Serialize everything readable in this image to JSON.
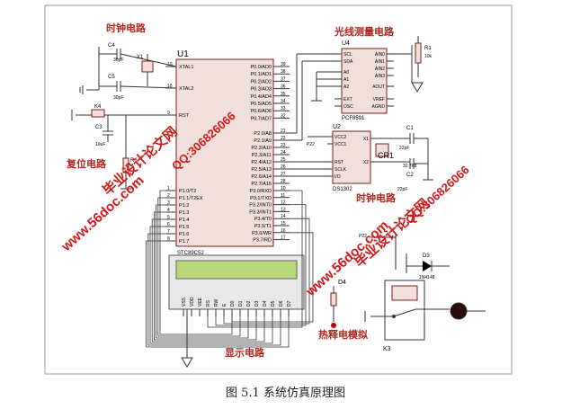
{
  "caption": "图 5.1  系统仿真原理图",
  "section_labels": {
    "clock1": "时钟电路",
    "light": "光线测量电路",
    "reset": "复位电路",
    "clock2": "时钟电路",
    "display": "显示电路",
    "heat": "热释电模拟"
  },
  "chips": {
    "u1": {
      "ref": "U1",
      "part": "STC89C52",
      "left_pins": [
        {
          "num": "19",
          "name": "XTAL1"
        },
        {
          "num": "18",
          "name": "XTAL2"
        },
        {
          "num": "9",
          "name": "RST"
        },
        {
          "num": "1",
          "name": "P1.0/T2"
        },
        {
          "num": "2",
          "name": "P1.1/T2EX"
        },
        {
          "num": "3",
          "name": "P1.2"
        },
        {
          "num": "4",
          "name": "P1.3"
        },
        {
          "num": "5",
          "name": "P1.4"
        },
        {
          "num": "6",
          "name": "P1.5"
        },
        {
          "num": "7",
          "name": "P1.6"
        },
        {
          "num": "8",
          "name": "P1.7"
        }
      ],
      "right_pins": [
        {
          "num": "39",
          "name": "P0.0/AD0"
        },
        {
          "num": "38",
          "name": "P0.1/AD1"
        },
        {
          "num": "37",
          "name": "P0.2/AD2"
        },
        {
          "num": "36",
          "name": "P0.3/AD3"
        },
        {
          "num": "35",
          "name": "P0.4/AD4"
        },
        {
          "num": "34",
          "name": "P0.5/AD5"
        },
        {
          "num": "33",
          "name": "P0.6/AD6"
        },
        {
          "num": "32",
          "name": "P0.7/AD7"
        },
        {
          "num": "21",
          "name": "P2.0/A8"
        },
        {
          "num": "22",
          "name": "P2.1/A9"
        },
        {
          "num": "23",
          "name": "P2.2/A10"
        },
        {
          "num": "24",
          "name": "P2.3/A11"
        },
        {
          "num": "25",
          "name": "P2.4/A12"
        },
        {
          "num": "26",
          "name": "P2.5/A13"
        },
        {
          "num": "27",
          "name": "P2.6/A14"
        },
        {
          "num": "28",
          "name": "P2.7/A15"
        },
        {
          "num": "10",
          "name": "P3.0/RXD"
        },
        {
          "num": "11",
          "name": "P3.1/TXD"
        },
        {
          "num": "12",
          "name": "P3.2/INT0"
        },
        {
          "num": "13",
          "name": "P3.3/INT1"
        },
        {
          "num": "14",
          "name": "P3.4/T0"
        },
        {
          "num": "15",
          "name": "P3.5/T1"
        },
        {
          "num": "16",
          "name": "P3.6/WR"
        },
        {
          "num": "17",
          "name": "P3.7/RD"
        }
      ]
    },
    "u4": {
      "ref": "U4",
      "part": "PCF8591",
      "left_pins": [
        "SCL",
        "SDA",
        "A0",
        "A1",
        "A2",
        "EXT",
        "OSC"
      ],
      "right_pins": [
        "AIN0",
        "AIN1",
        "AIN2",
        "AIN3",
        "AOUT",
        "VREF",
        "AGND"
      ]
    },
    "u2": {
      "ref": "U2",
      "part": "DS1302",
      "left_pins": [
        "VCC2",
        "VCC1",
        "RST",
        "SCLK",
        "I/O"
      ],
      "right_pins": [
        "X1",
        "X2"
      ]
    }
  },
  "components": {
    "c4": {
      "ref": "C4",
      "value": "30pF"
    },
    "c5": {
      "ref": "C5",
      "value": "30pF"
    },
    "x1": {
      "ref": "X1",
      "value": ""
    },
    "c3": {
      "ref": "C3",
      "value": "10uF"
    },
    "r1": {
      "ref": "R1",
      "value": ""
    },
    "k4": {
      "ref": "K4",
      "value": ""
    },
    "rl1": {
      "ref": "R1",
      "value": "10k"
    },
    "c1": {
      "ref": "C1",
      "value": "22pF"
    },
    "c2": {
      "ref": "C2",
      "value": "22pF"
    },
    "cr1": {
      "ref": "CR1",
      "value": "32.768"
    },
    "d3": {
      "ref": "D3",
      "value": "1N4148"
    },
    "d4": {
      "ref": "D4",
      "value": ""
    },
    "k3": {
      "ref": "K3",
      "value": ""
    },
    "p22": {
      "ref": "P22",
      "value": ""
    },
    "p22b": {
      "ref": "P22",
      "value": ""
    }
  },
  "lcd_pins": [
    "VSS",
    "VDD",
    "VEE",
    "RS",
    "RW",
    "E",
    "D0",
    "D1",
    "D2",
    "D3",
    "D4",
    "D5",
    "D6",
    "D7"
  ],
  "watermarks": {
    "site": "www.56doc.com",
    "brand": "毕业设计论文网",
    "qq": "QQ:306826066"
  }
}
